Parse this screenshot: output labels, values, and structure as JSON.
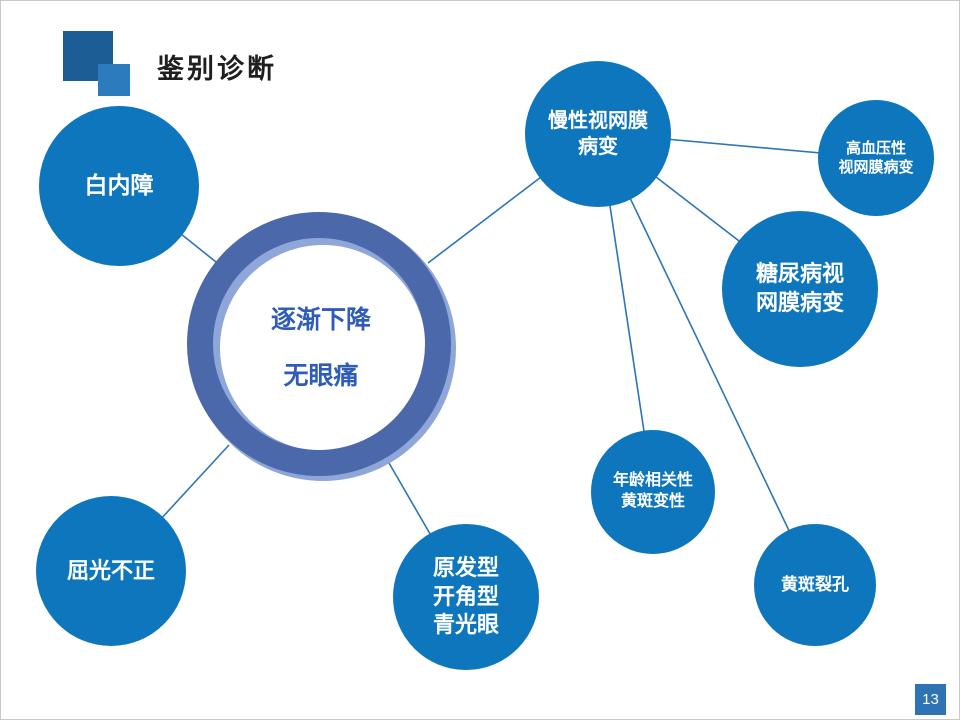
{
  "slide": {
    "title": "鉴别诊断",
    "page_number": "13"
  },
  "center": {
    "line1": "逐渐下降",
    "line2": "无眼痛"
  },
  "nodes": [
    {
      "label": "白内障"
    },
    {
      "label": "慢性视网膜\n病变"
    },
    {
      "label": "高血压性\n视网膜病变"
    },
    {
      "label": "糖尿病视\n网膜病变"
    },
    {
      "label": "年龄相关性\n黄斑变性"
    },
    {
      "label": "黄斑裂孔"
    },
    {
      "label": "屈光不正"
    },
    {
      "label": "原发型\n开角型\n青光眼"
    }
  ],
  "colors": {
    "node_fill": "#0e76bc",
    "ring_dark": "#4b68ab",
    "ring_light": "#8ea6d8",
    "center_text": "#2e5cb8",
    "connector_line": "#2e75b6",
    "title_square_dark": "#1d5d96",
    "title_square_light": "#2b7bbd",
    "page_badge": "#2e74b5"
  }
}
